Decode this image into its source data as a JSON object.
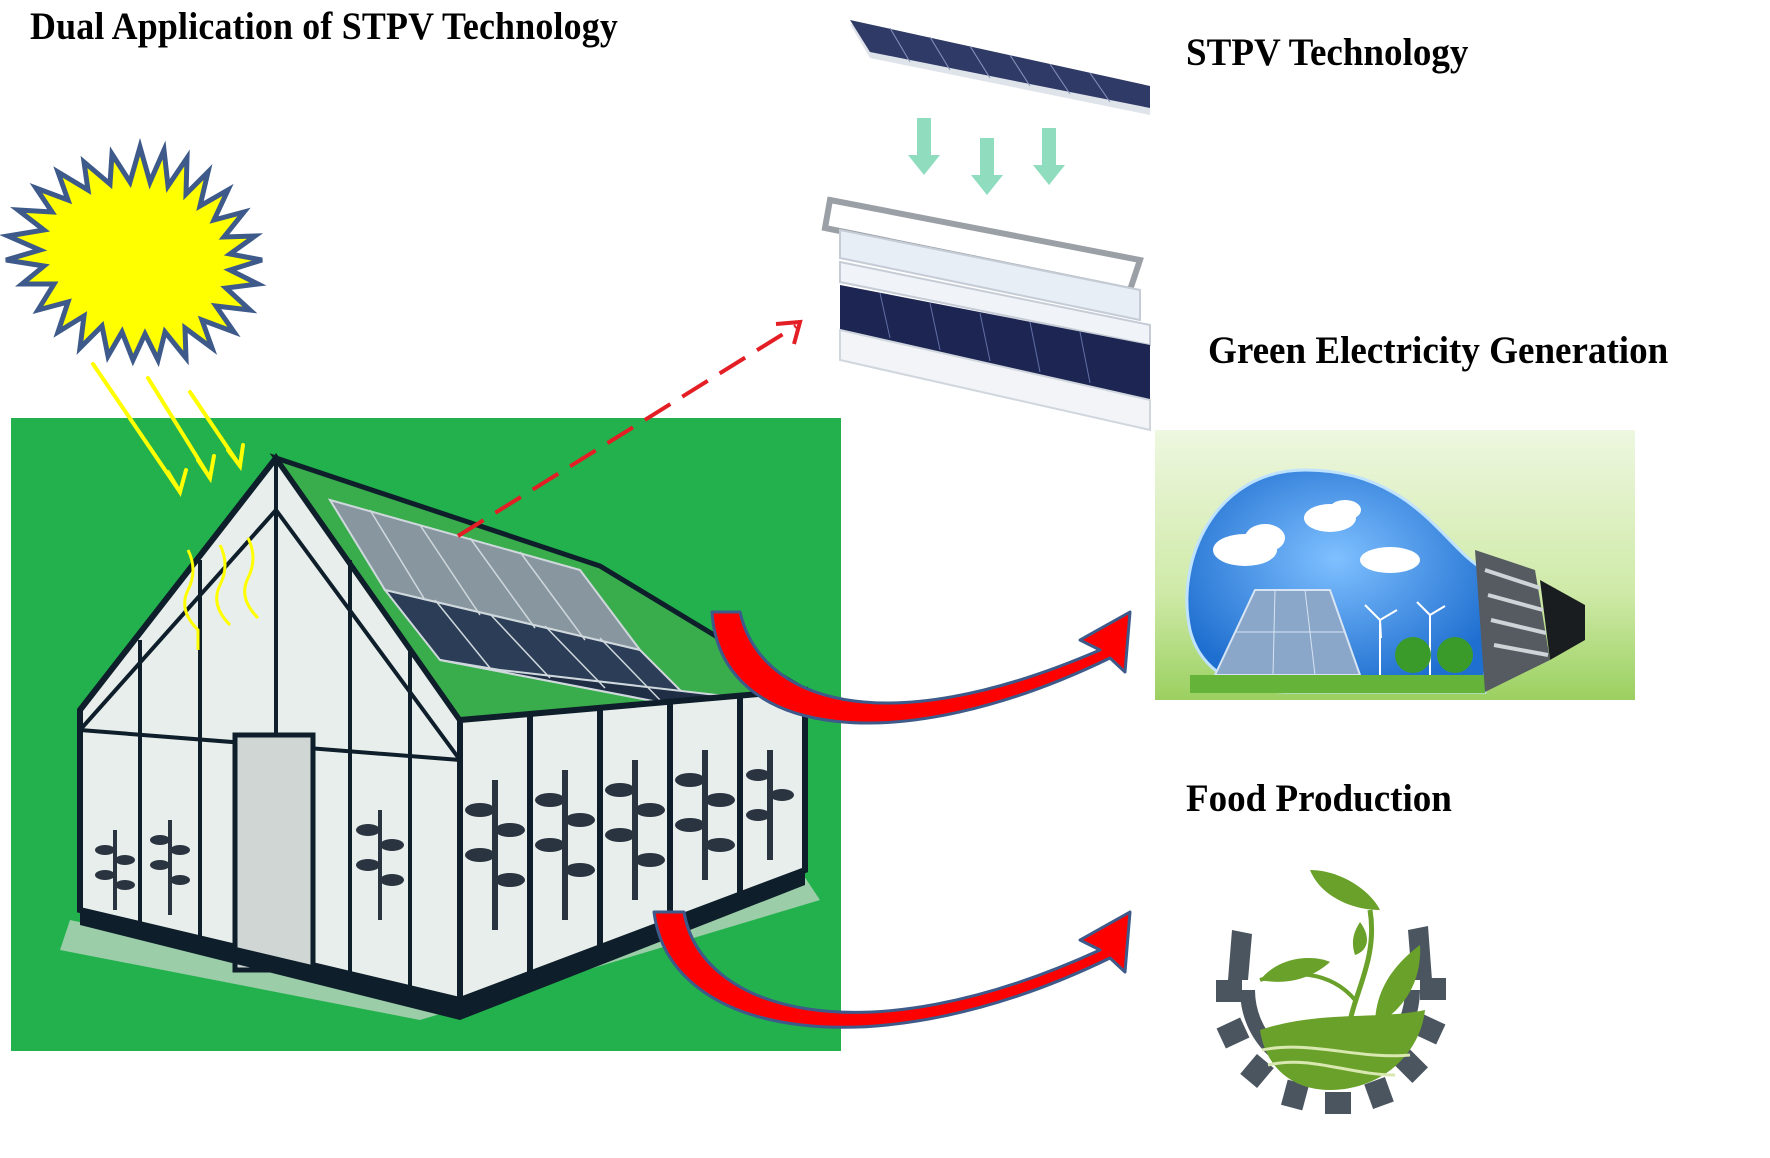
{
  "diagram": {
    "title": "Dual Application of STPV Technology",
    "labels": {
      "stpv_technology": "STPV Technology",
      "green_electricity": "Green Electricity Generation",
      "food_production": "Food Production"
    },
    "elements": [
      {
        "id": "sun",
        "description": "Yellow sun with jagged rays and blue outline"
      },
      {
        "id": "sunlight-rays",
        "description": "Three yellow arrows pointing at greenhouse roof",
        "color": "#ffff00"
      },
      {
        "id": "greenhouse",
        "description": "Greenhouse illustration with semi-transparent PV roof panels on green background",
        "background": "#22b14c"
      },
      {
        "id": "stpv-layers",
        "description": "Exploded view of semi-transparent PV module layers with downward green arrows"
      },
      {
        "id": "dashed-arrow",
        "description": "Red dashed arrow from greenhouse roof to STPV layers",
        "color": "#e31e24"
      },
      {
        "id": "arrow-to-electricity",
        "description": "Curved red arrow from roof to light bulb",
        "color": "#ff0000"
      },
      {
        "id": "arrow-to-food",
        "description": "Curved red arrow from greenhouse base to food production icon",
        "color": "#ff0000"
      },
      {
        "id": "light-bulb",
        "description": "Light bulb containing solar panel, wind turbines, trees and sky"
      },
      {
        "id": "food-icon",
        "description": "Plant sprout inside gear with green field"
      }
    ],
    "colors": {
      "background": "#ffffff",
      "greenhouse_bg": "#22b14c",
      "sun_fill": "#ffff00",
      "sun_outline": "#3d5a8a",
      "arrow_red": "#ff0000",
      "arrow_outline": "#3d5a8a",
      "layer_arrow_green": "#8fdcbf",
      "gear": "#4b5560",
      "leaf_green": "#6aa12a"
    }
  }
}
